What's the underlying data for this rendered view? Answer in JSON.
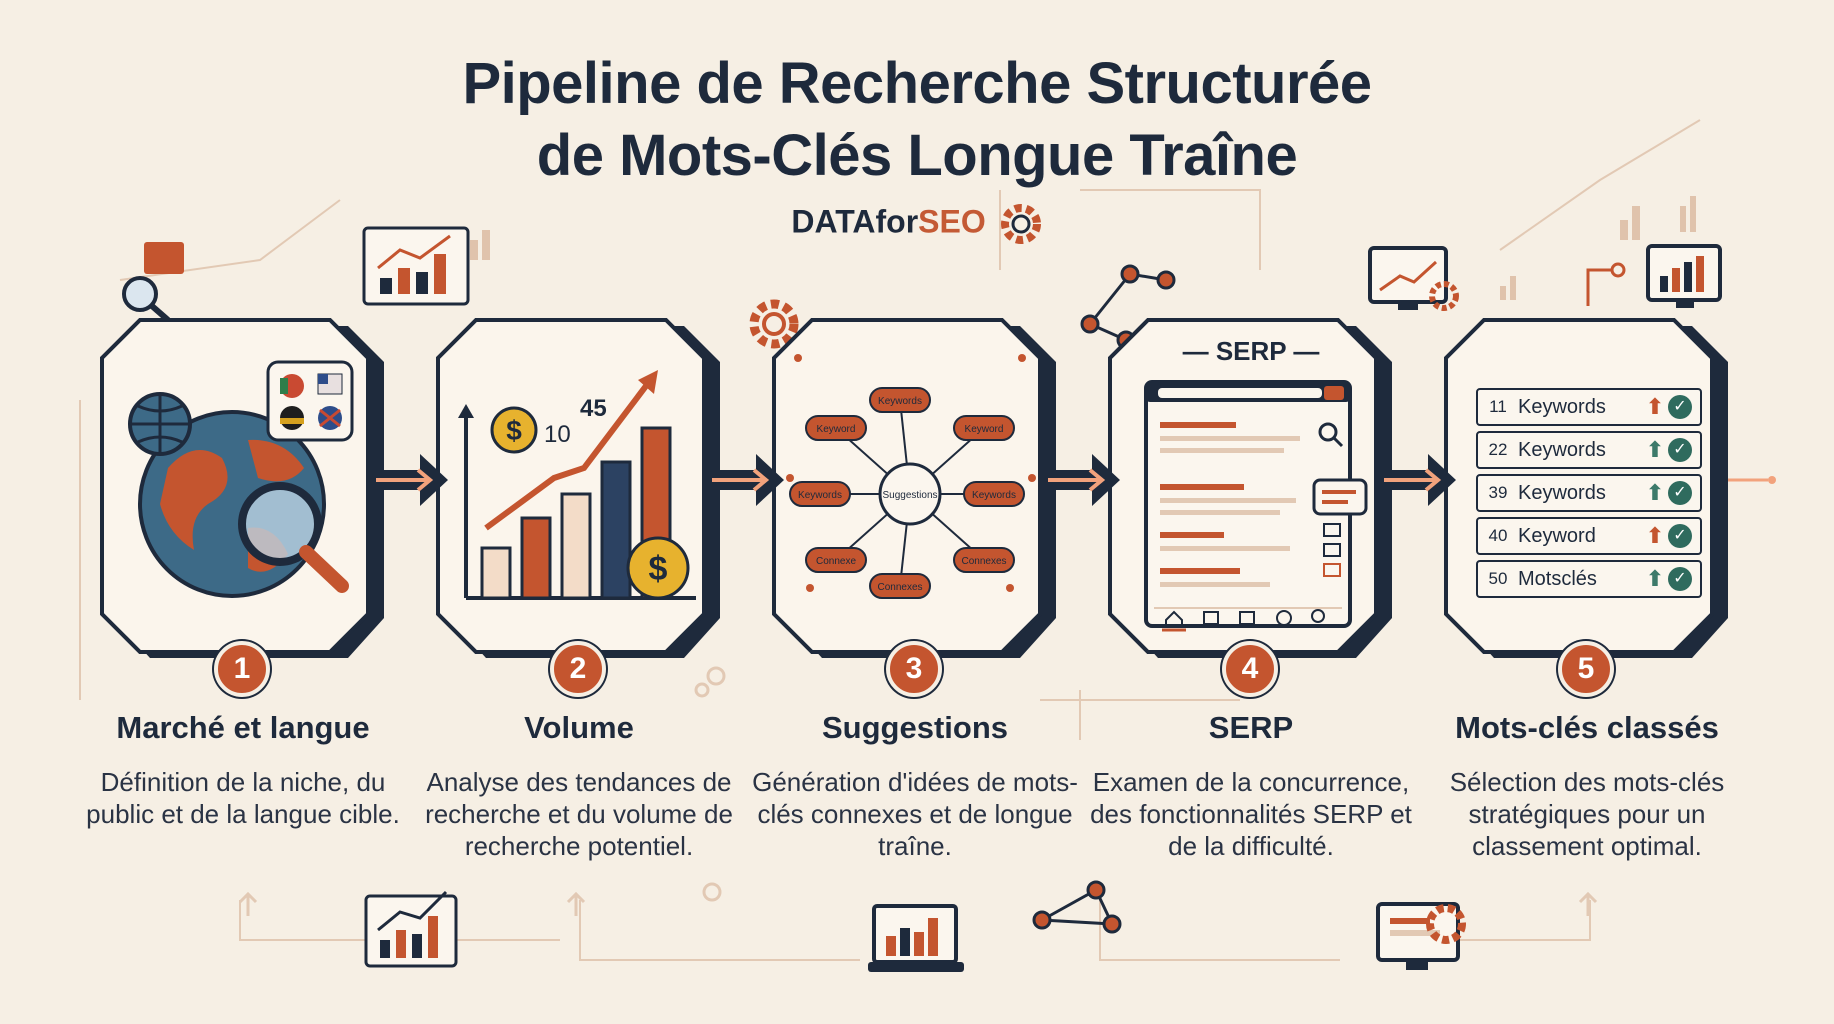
{
  "title_line_1": "Pipeline de Recherche Structurée",
  "title_line_2": "de Mots-Clés Longue Traîne",
  "brand": {
    "part1": "DATAfor",
    "part2": "SEO"
  },
  "colors": {
    "navy": "#1e2a3c",
    "accent": "#c4552f",
    "green": "#2f6b5e",
    "background": "#f6efe4"
  },
  "steps": [
    {
      "number": "1",
      "title": "Marché et langue",
      "description": "Définition de la niche, du public et de la langue cible.",
      "icon": "globe-magnifier-icon"
    },
    {
      "number": "2",
      "title": "Volume",
      "description": "Analyse des tendances de recherche et du volume de recherche potentiel.",
      "icon": "bar-chart-icon",
      "chart_labels": [
        "10",
        "45"
      ]
    },
    {
      "number": "3",
      "title": "Suggestions",
      "description": "Génération d'idées de mots-clés connexes et de longue traîne.",
      "icon": "mind-map-icon",
      "center_label": "Suggestions",
      "nodes": [
        "Keyword",
        "Keywords",
        "Keyword",
        "Keywords",
        "Connexes",
        "Connexes",
        "Connexe",
        "Keywords"
      ]
    },
    {
      "number": "4",
      "title": "SERP",
      "description": "Examen de la concurrence, des fonctionnalités SERP et de la difficulté.",
      "icon": "serp-browser-icon",
      "card_label": "SERP"
    },
    {
      "number": "5",
      "title": "Mots-clés classés",
      "description": "Sélection des mots-clés stratégiques pour un classement optimal.",
      "icon": "keyword-list-icon",
      "keywords": [
        {
          "num": "11",
          "label": "Keywords",
          "trend": "up-orange"
        },
        {
          "num": "22",
          "label": "Keywords",
          "trend": "up-green"
        },
        {
          "num": "39",
          "label": "Keywords",
          "trend": "up-green"
        },
        {
          "num": "40",
          "label": "Keyword",
          "trend": "up-orange"
        },
        {
          "num": "50",
          "label": "Motsclés",
          "trend": "up-green"
        }
      ]
    }
  ]
}
